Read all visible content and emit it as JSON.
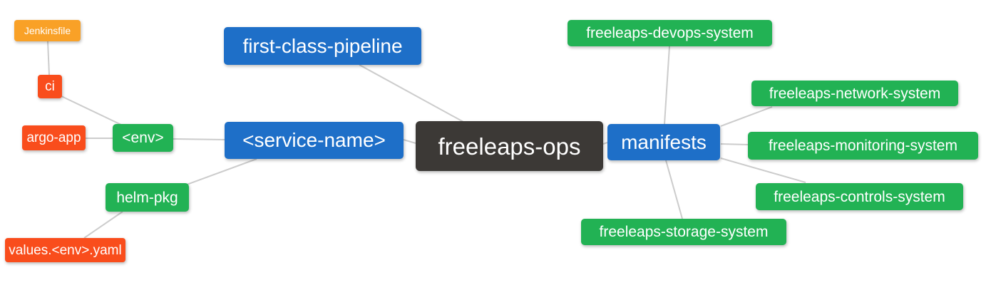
{
  "diagram": {
    "type": "mindmap",
    "background_color": "#ffffff",
    "edge_color": "#cccccc",
    "palette": {
      "root": "#3c3936",
      "level1_blue": "#1e6fc8",
      "level2_green": "#22b254",
      "level3_red": "#f94d1c",
      "level4_amber": "#f9a127",
      "node_text": "#ffffff"
    }
  },
  "nodes": {
    "root": "freeleaps-ops",
    "first_class_pipeline": "first-class-pipeline",
    "service_name": "<service-name>",
    "manifests": "manifests",
    "env": "<env>",
    "helm_pkg": "helm-pkg",
    "ci": "ci",
    "argo_app": "argo-app",
    "jenkinsfile": "Jenkinsfile",
    "values_env_yaml": "values.<env>.yaml",
    "devops_system": "freeleaps-devops-system",
    "network_system": "freeleaps-network-system",
    "monitoring_system": "freeleaps-monitoring-system",
    "controls_system": "freeleaps-controls-system",
    "storage_system": "freeleaps-storage-system"
  },
  "hierarchy": {
    "label": "freeleaps-ops",
    "children": [
      {
        "label": "first-class-pipeline"
      },
      {
        "label": "<service-name>",
        "children": [
          {
            "label": "<env>",
            "children": [
              {
                "label": "ci",
                "children": [
                  {
                    "label": "Jenkinsfile"
                  }
                ]
              },
              {
                "label": "argo-app"
              }
            ]
          },
          {
            "label": "helm-pkg",
            "children": [
              {
                "label": "values.<env>.yaml"
              }
            ]
          }
        ]
      },
      {
        "label": "manifests",
        "children": [
          {
            "label": "freeleaps-devops-system"
          },
          {
            "label": "freeleaps-network-system"
          },
          {
            "label": "freeleaps-monitoring-system"
          },
          {
            "label": "freeleaps-controls-system"
          },
          {
            "label": "freeleaps-storage-system"
          }
        ]
      }
    ]
  },
  "edges": [
    [
      "jenkinsfile",
      "ci"
    ],
    [
      "ci",
      "env"
    ],
    [
      "argo_app",
      "env"
    ],
    [
      "env",
      "service_name"
    ],
    [
      "service_name",
      "helm_pkg"
    ],
    [
      "helm_pkg",
      "values_env_yaml"
    ],
    [
      "first_class_pipeline",
      "root"
    ],
    [
      "service_name",
      "root"
    ],
    [
      "root",
      "manifests"
    ],
    [
      "manifests",
      "devops_system"
    ],
    [
      "manifests",
      "network_system"
    ],
    [
      "manifests",
      "monitoring_system"
    ],
    [
      "manifests",
      "controls_system"
    ],
    [
      "manifests",
      "storage_system"
    ]
  ]
}
